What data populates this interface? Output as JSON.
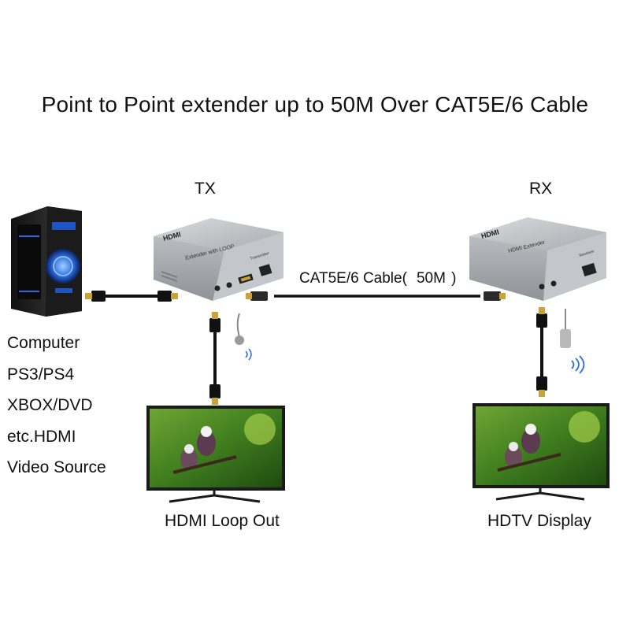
{
  "title": "Point to Point extender up to 50M Over CAT5E/6 Cable",
  "tx": {
    "label": "TX",
    "brand": "HDMI",
    "model": "Extender with LOOP",
    "role": "Transmitter"
  },
  "rx": {
    "label": "RX",
    "brand": "HDMI",
    "model": "HDMI Extender",
    "role": "Receiver"
  },
  "cable": {
    "label_prefix": "CAT5E/6 Cable(",
    "length": "50M",
    "label_suffix": " )"
  },
  "sources": [
    "Computer",
    "PS3/PS4",
    "XBOX/DVD",
    "etc.HDMI",
    "Video Source"
  ],
  "loop_out_caption": "HDMI Loop Out",
  "display_caption": "HDTV Display",
  "colors": {
    "cable": "#111111",
    "connector_gold": "#c9a23a",
    "device_silver": "#b5b8bc",
    "tv_frame": "#1a1a1a",
    "pc_blue": "#2b6be0"
  }
}
